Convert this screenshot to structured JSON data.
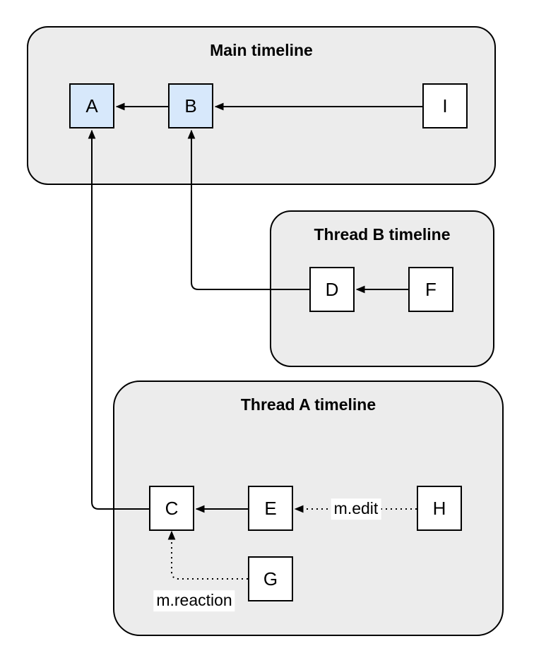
{
  "diagram": {
    "type": "event-relation-graph",
    "containers": [
      {
        "id": "main",
        "title": "Main timeline"
      },
      {
        "id": "thread_b",
        "title": "Thread B timeline"
      },
      {
        "id": "thread_a",
        "title": "Thread A timeline"
      }
    ],
    "nodes": [
      {
        "id": "A",
        "label": "A",
        "container": "main",
        "highlighted": true
      },
      {
        "id": "B",
        "label": "B",
        "container": "main",
        "highlighted": true
      },
      {
        "id": "I",
        "label": "I",
        "container": "main",
        "highlighted": false
      },
      {
        "id": "D",
        "label": "D",
        "container": "thread_b",
        "highlighted": false
      },
      {
        "id": "F",
        "label": "F",
        "container": "thread_b",
        "highlighted": false
      },
      {
        "id": "C",
        "label": "C",
        "container": "thread_a",
        "highlighted": false
      },
      {
        "id": "E",
        "label": "E",
        "container": "thread_a",
        "highlighted": false
      },
      {
        "id": "H",
        "label": "H",
        "container": "thread_a",
        "highlighted": false
      },
      {
        "id": "G",
        "label": "G",
        "container": "thread_a",
        "highlighted": false
      }
    ],
    "edges": [
      {
        "from": "B",
        "to": "A",
        "style": "solid",
        "label": ""
      },
      {
        "from": "I",
        "to": "B",
        "style": "solid",
        "label": ""
      },
      {
        "from": "F",
        "to": "D",
        "style": "solid",
        "label": ""
      },
      {
        "from": "D",
        "to": "B",
        "style": "solid",
        "label": ""
      },
      {
        "from": "E",
        "to": "C",
        "style": "solid",
        "label": ""
      },
      {
        "from": "H",
        "to": "E",
        "style": "dotted",
        "label": "m.edit"
      },
      {
        "from": "G",
        "to": "C",
        "style": "dotted",
        "label": "m.reaction"
      },
      {
        "from": "C",
        "to": "A",
        "style": "solid",
        "label": ""
      }
    ],
    "colors": {
      "container_fill": "#ececec",
      "container_border": "#000000",
      "node_fill": "#ffffff",
      "node_highlight_fill": "#d7e8fb",
      "node_border": "#000000",
      "edge_color": "#000000",
      "label_background": "#ffffff"
    }
  }
}
